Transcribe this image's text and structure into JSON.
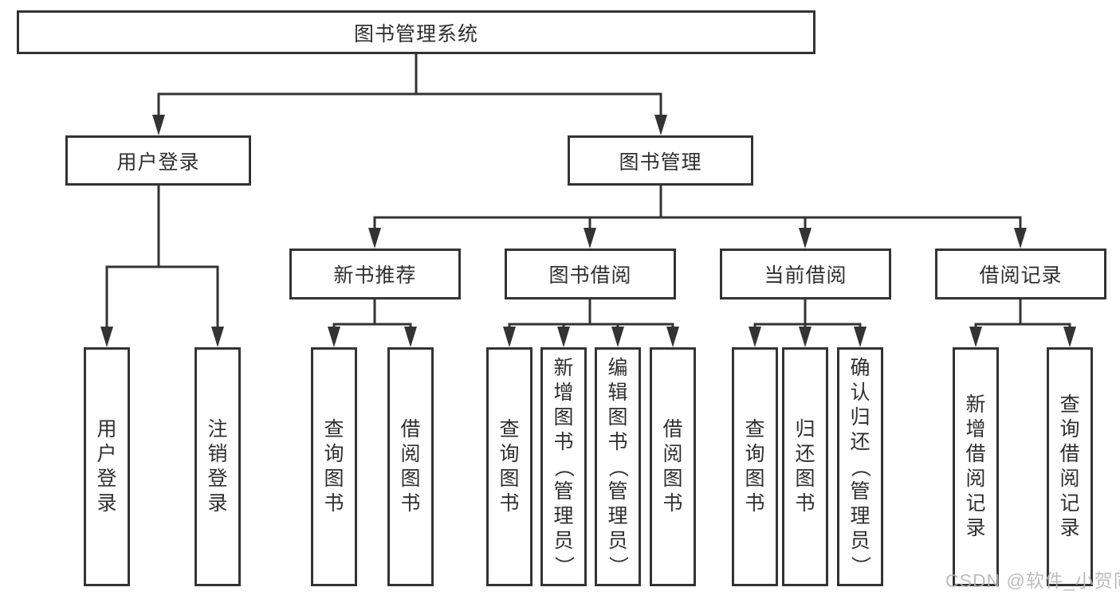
{
  "title": "图书管理系统",
  "watermark": "CSDN @软件_小贺同学",
  "colors": {
    "line": "#333333",
    "text": "#2f2f2f",
    "watermark": "#b5b5b5",
    "background": "#ffffff"
  },
  "tree": {
    "root": "图书管理系统",
    "branches": [
      {
        "label": "用户登录",
        "children": [
          "用户登录",
          "注销登录"
        ]
      },
      {
        "label": "图书管理",
        "children": [
          {
            "label": "新书推荐",
            "children": [
              "查询图书",
              "借阅图书"
            ]
          },
          {
            "label": "图书借阅",
            "children": [
              "查询图书",
              "新增图书（管理员）",
              "编辑图书（管理员）",
              "借阅图书"
            ]
          },
          {
            "label": "当前借阅",
            "children": [
              "查询图书",
              "归还图书",
              "确认归还（管理员）"
            ]
          },
          {
            "label": "借阅记录",
            "children": [
              "新增借阅记录",
              "查询借阅记录"
            ]
          }
        ]
      }
    ]
  }
}
